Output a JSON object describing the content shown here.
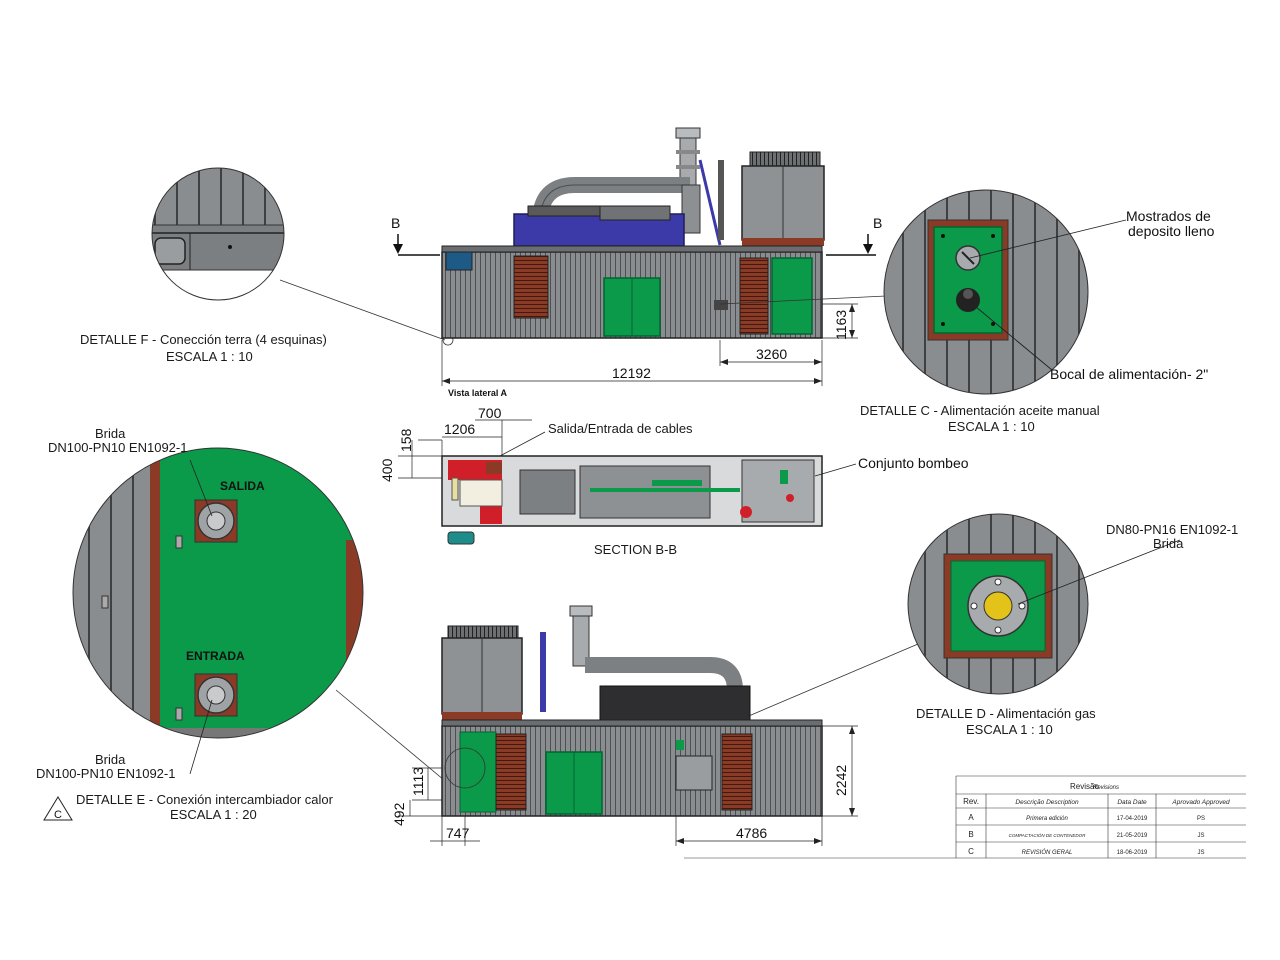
{
  "detail_f": {
    "title": "DETALLE F - Conección terra (4 esquinas)",
    "scale": "ESCALA 1 : 10"
  },
  "detail_c": {
    "title": "DETALLE C - Alimentación aceite manual",
    "scale": "ESCALA 1 : 10",
    "callout_gauge": "Mostrados de",
    "callout_gauge_2": "deposito lleno",
    "callout_inlet": "Bocal de alimentación- 2\""
  },
  "detail_e": {
    "title": "DETALLE E - Conexión intercambiador calor",
    "scale": "ESCALA 1 : 20",
    "outlet": "SALIDA",
    "inlet": "ENTRADA",
    "flange_top_1": "Brida",
    "flange_top_2": "DN100-PN10 EN1092-1",
    "flange_bot_1": "Brida",
    "flange_bot_2": "DN100-PN10 EN1092-1",
    "revision_mark": "C"
  },
  "detail_d": {
    "title": "DETALLE D - Alimentación gas",
    "scale": "ESCALA 1 : 10",
    "flange_1": "Brida",
    "flange_2": "DN80-PN16 EN1092-1"
  },
  "side_view": {
    "caption": "Vista lateral A",
    "section_mark_left": "B",
    "section_mark_right": "B",
    "dim_length": "12192",
    "dim_3260": "3260",
    "dim_1163": "1163"
  },
  "section_view": {
    "caption": "SECTION B-B",
    "callout_cables": "Salida/Entrada de cables",
    "callout_pump": "Conjunto bombeo",
    "dim_700": "700",
    "dim_1206": "1206",
    "dim_158": "158",
    "dim_400": "400"
  },
  "back_view": {
    "dim_2242": "2242",
    "dim_4786": "4786",
    "dim_747": "747",
    "dim_1113": "1113",
    "dim_492": "492"
  },
  "revisions": {
    "title": "Revisão",
    "title_en": "Revisions",
    "headers": [
      "Rev.",
      "Descrição Description",
      "Data Date",
      "Aprovado Approved"
    ],
    "rows": [
      [
        "A",
        "Primera edición",
        "17-04-2019",
        "PS"
      ],
      [
        "B",
        "COMPACTACIÓN DE CONTENEDOR",
        "21-05-2019",
        "JS"
      ],
      [
        "C",
        "REVISIÓN GERAL",
        "18-06-2019",
        "JS"
      ]
    ]
  },
  "colors": {
    "green": "#0a9a4a",
    "red": "#d11f2a",
    "rust": "#8b3a26",
    "gray": "#8e9194",
    "blue": "#3c3aa8"
  }
}
